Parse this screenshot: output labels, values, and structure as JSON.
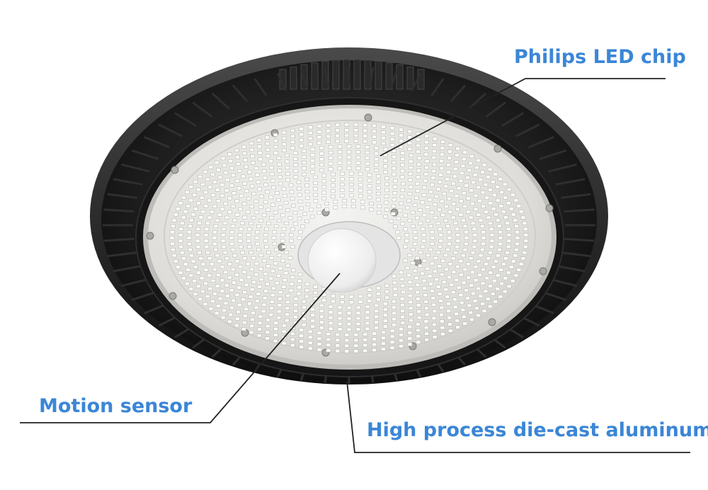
{
  "callouts": {
    "philips_led_chip": "Philips LED chip",
    "motion_sensor": "Motion sensor",
    "die_cast_aluminum": "High process die-cast aluminum"
  },
  "colors": {
    "label": "#3b86d6",
    "leader_line": "#222222",
    "housing": "#141414",
    "fin": "#2a2a2a",
    "lens": "#dcdcda",
    "led": "#ffffff",
    "sensor": "#f2f2f2"
  },
  "icons": {
    "product": "ufo-high-bay-light-icon"
  }
}
